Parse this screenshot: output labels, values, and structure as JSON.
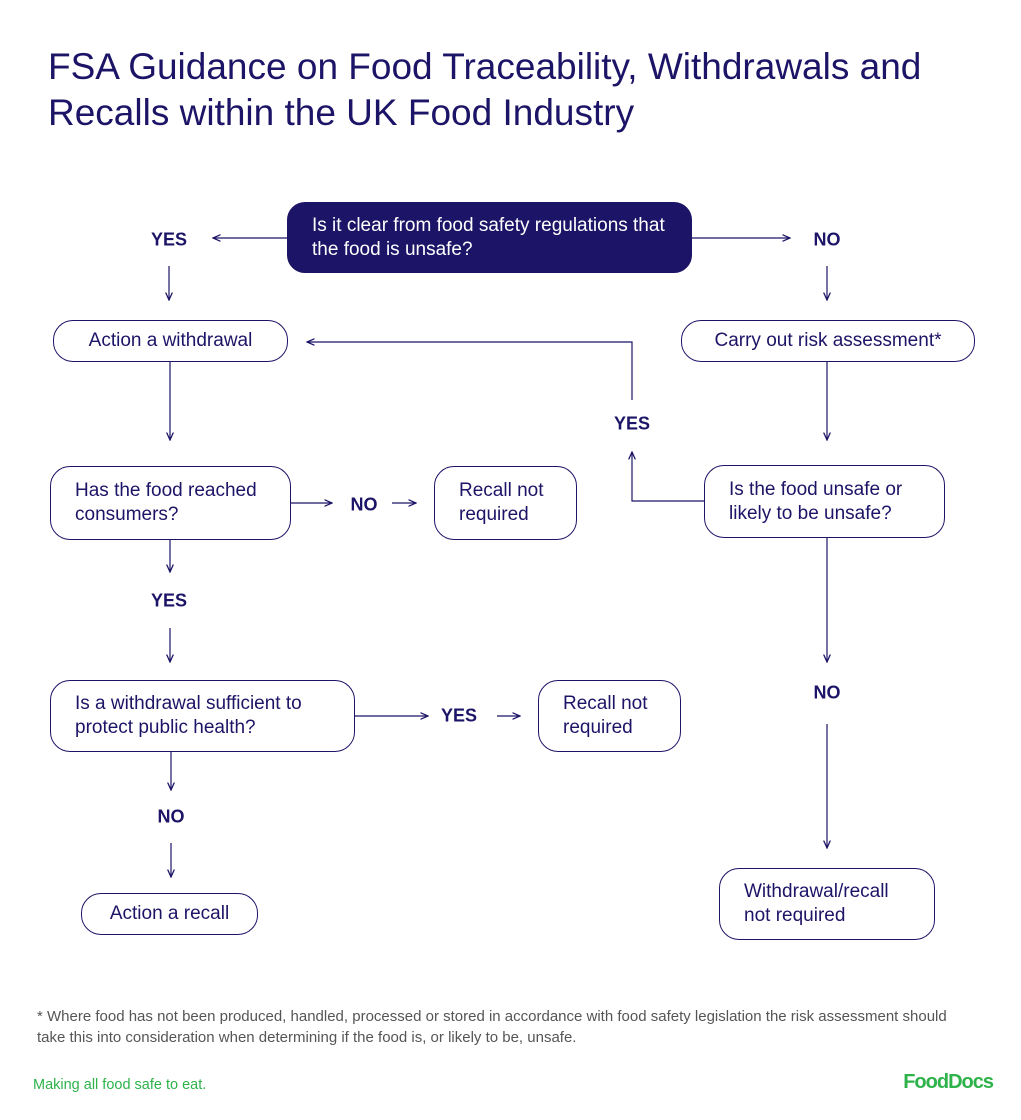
{
  "title": "FSA Guidance on Food Traceability, Withdrawals and Recalls within the UK Food Industry",
  "nodes": {
    "q_clear": "Is it clear from food safety regulations that the food is unsafe?",
    "action_withdrawal": "Action a withdrawal",
    "risk_assessment": "Carry out risk assessment*",
    "q_reached": "Has the food reached consumers?",
    "recall_not_required_1": "Recall not required",
    "q_unsafe": "Is the food unsafe or likely to be unsafe?",
    "q_sufficient": "Is a withdrawal sufficient to protect public health?",
    "recall_not_required_2": "Recall not required",
    "action_recall": "Action a recall",
    "withdrawal_not_required": "Withdrawal/recall not required"
  },
  "labels": {
    "yes_1": "YES",
    "no_1": "NO",
    "yes_2": "YES",
    "no_2": "NO",
    "yes_3": "YES",
    "yes_4": "YES",
    "no_3": "NO",
    "no_4": "NO"
  },
  "footnote": "* Where food has not been produced, handled, processed or stored in accordance with food safety legislation the risk assessment should take this into consideration when determining if the food is, or likely to be, unsafe.",
  "tagline": "Making all food safe to eat.",
  "logo": "FoodDocs",
  "colors": {
    "navy": "#1c1466",
    "green": "#2eb24a"
  }
}
